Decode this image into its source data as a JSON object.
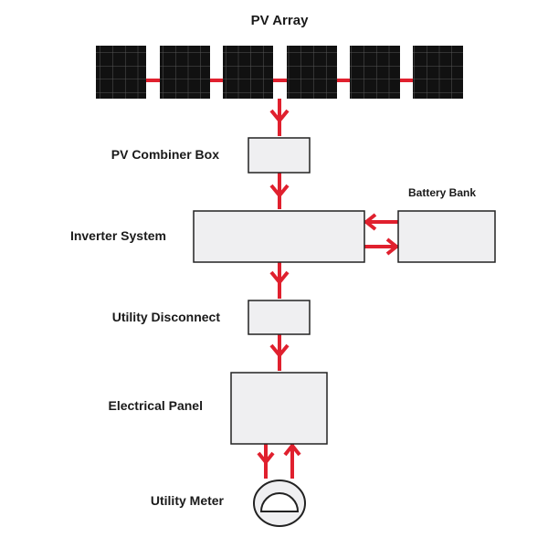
{
  "diagram": {
    "labels": {
      "pv_array": "PV Array",
      "combiner_box": "PV Combiner Box",
      "inverter": "Inverter System",
      "battery_bank": "Battery Bank",
      "utility_disconnect": "Utility Disconnect",
      "electrical_panel": "Electrical Panel",
      "utility_meter": "Utility Meter"
    },
    "panel_count": 6,
    "colors": {
      "wire": "#e0202e",
      "box_fill": "#efeff1",
      "box_stroke": "#222222",
      "panel_fill": "#111111",
      "panel_grid": "#555555"
    }
  }
}
